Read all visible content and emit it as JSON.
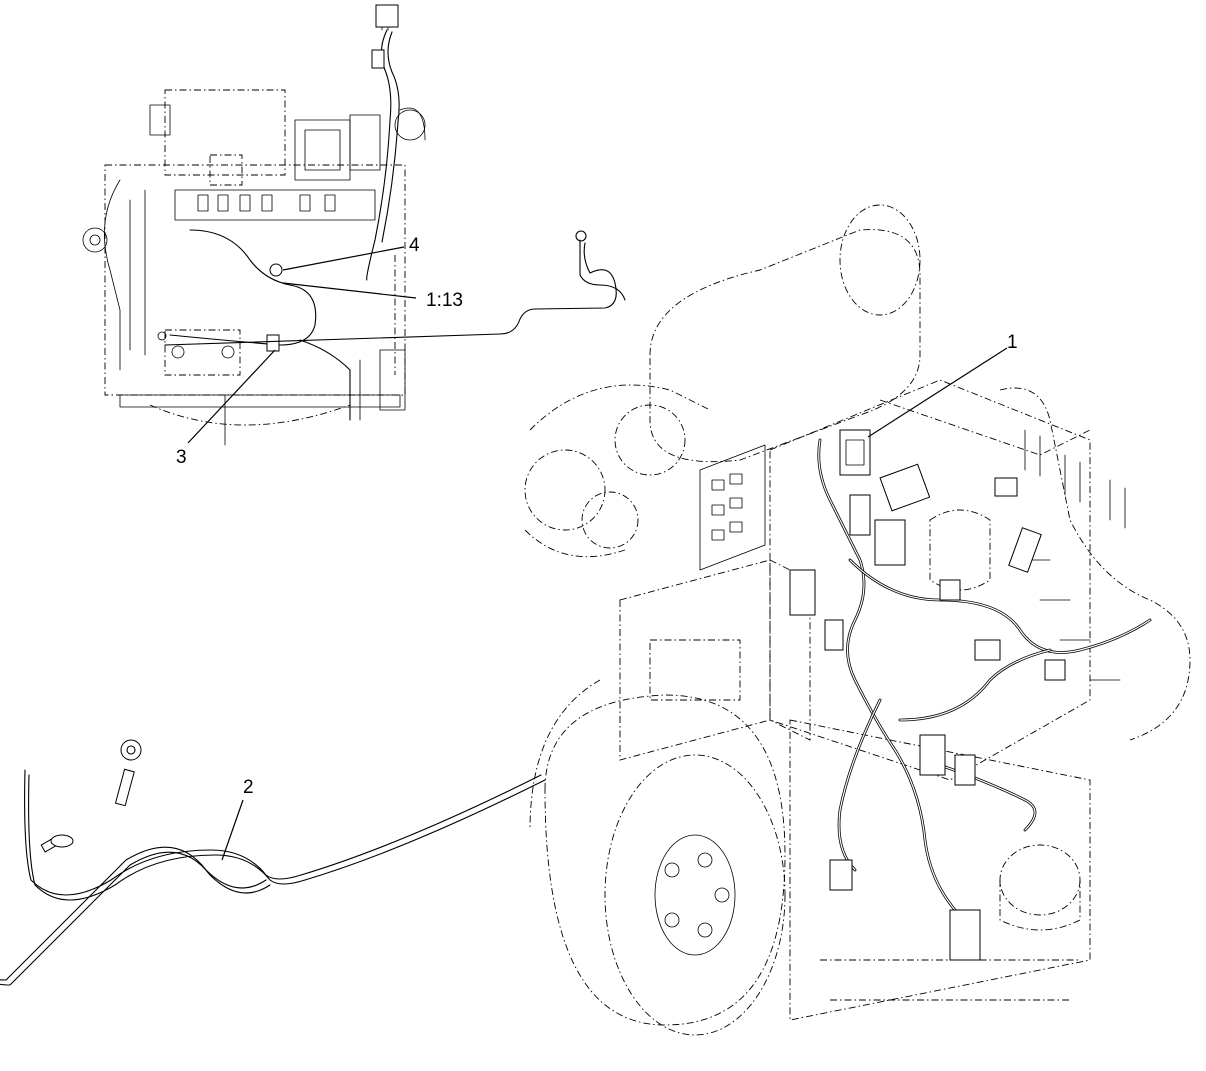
{
  "callouts": {
    "item1": "1",
    "item2": "2",
    "item3": "3",
    "item4": "4",
    "ref": "1:13"
  }
}
